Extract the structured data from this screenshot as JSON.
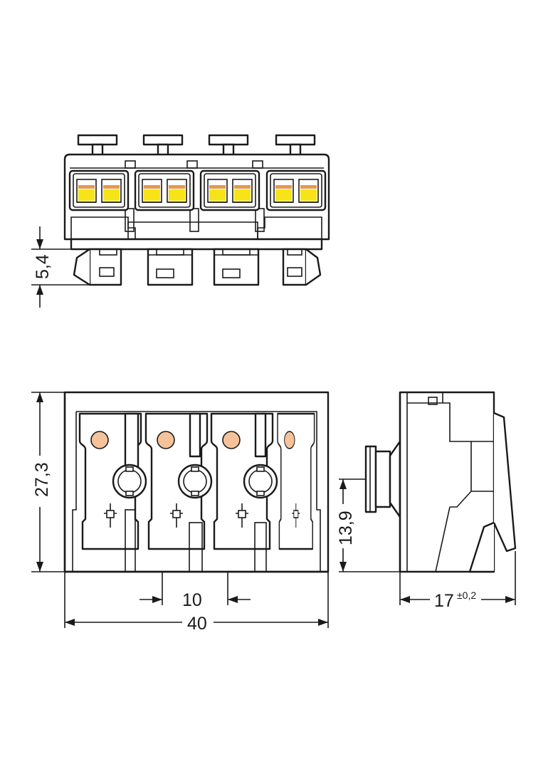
{
  "colors": {
    "line": "#1a1a1a",
    "background": "#ffffff",
    "body_fill": "#ffffff",
    "cage_yellow": "#f6e418",
    "cage_orange": "#e59a4c",
    "test_point": "#f5c29a"
  },
  "dimensions": {
    "height_offset": "5,4",
    "total_height": "27,3",
    "pin_height": "13,9",
    "pitch": "10",
    "total_width": "40",
    "depth": "17",
    "depth_tolerance": "±0,2"
  },
  "icons": {
    "top_view": "connector-top-view",
    "front_view": "connector-front-view",
    "side_view": "connector-side-view"
  }
}
